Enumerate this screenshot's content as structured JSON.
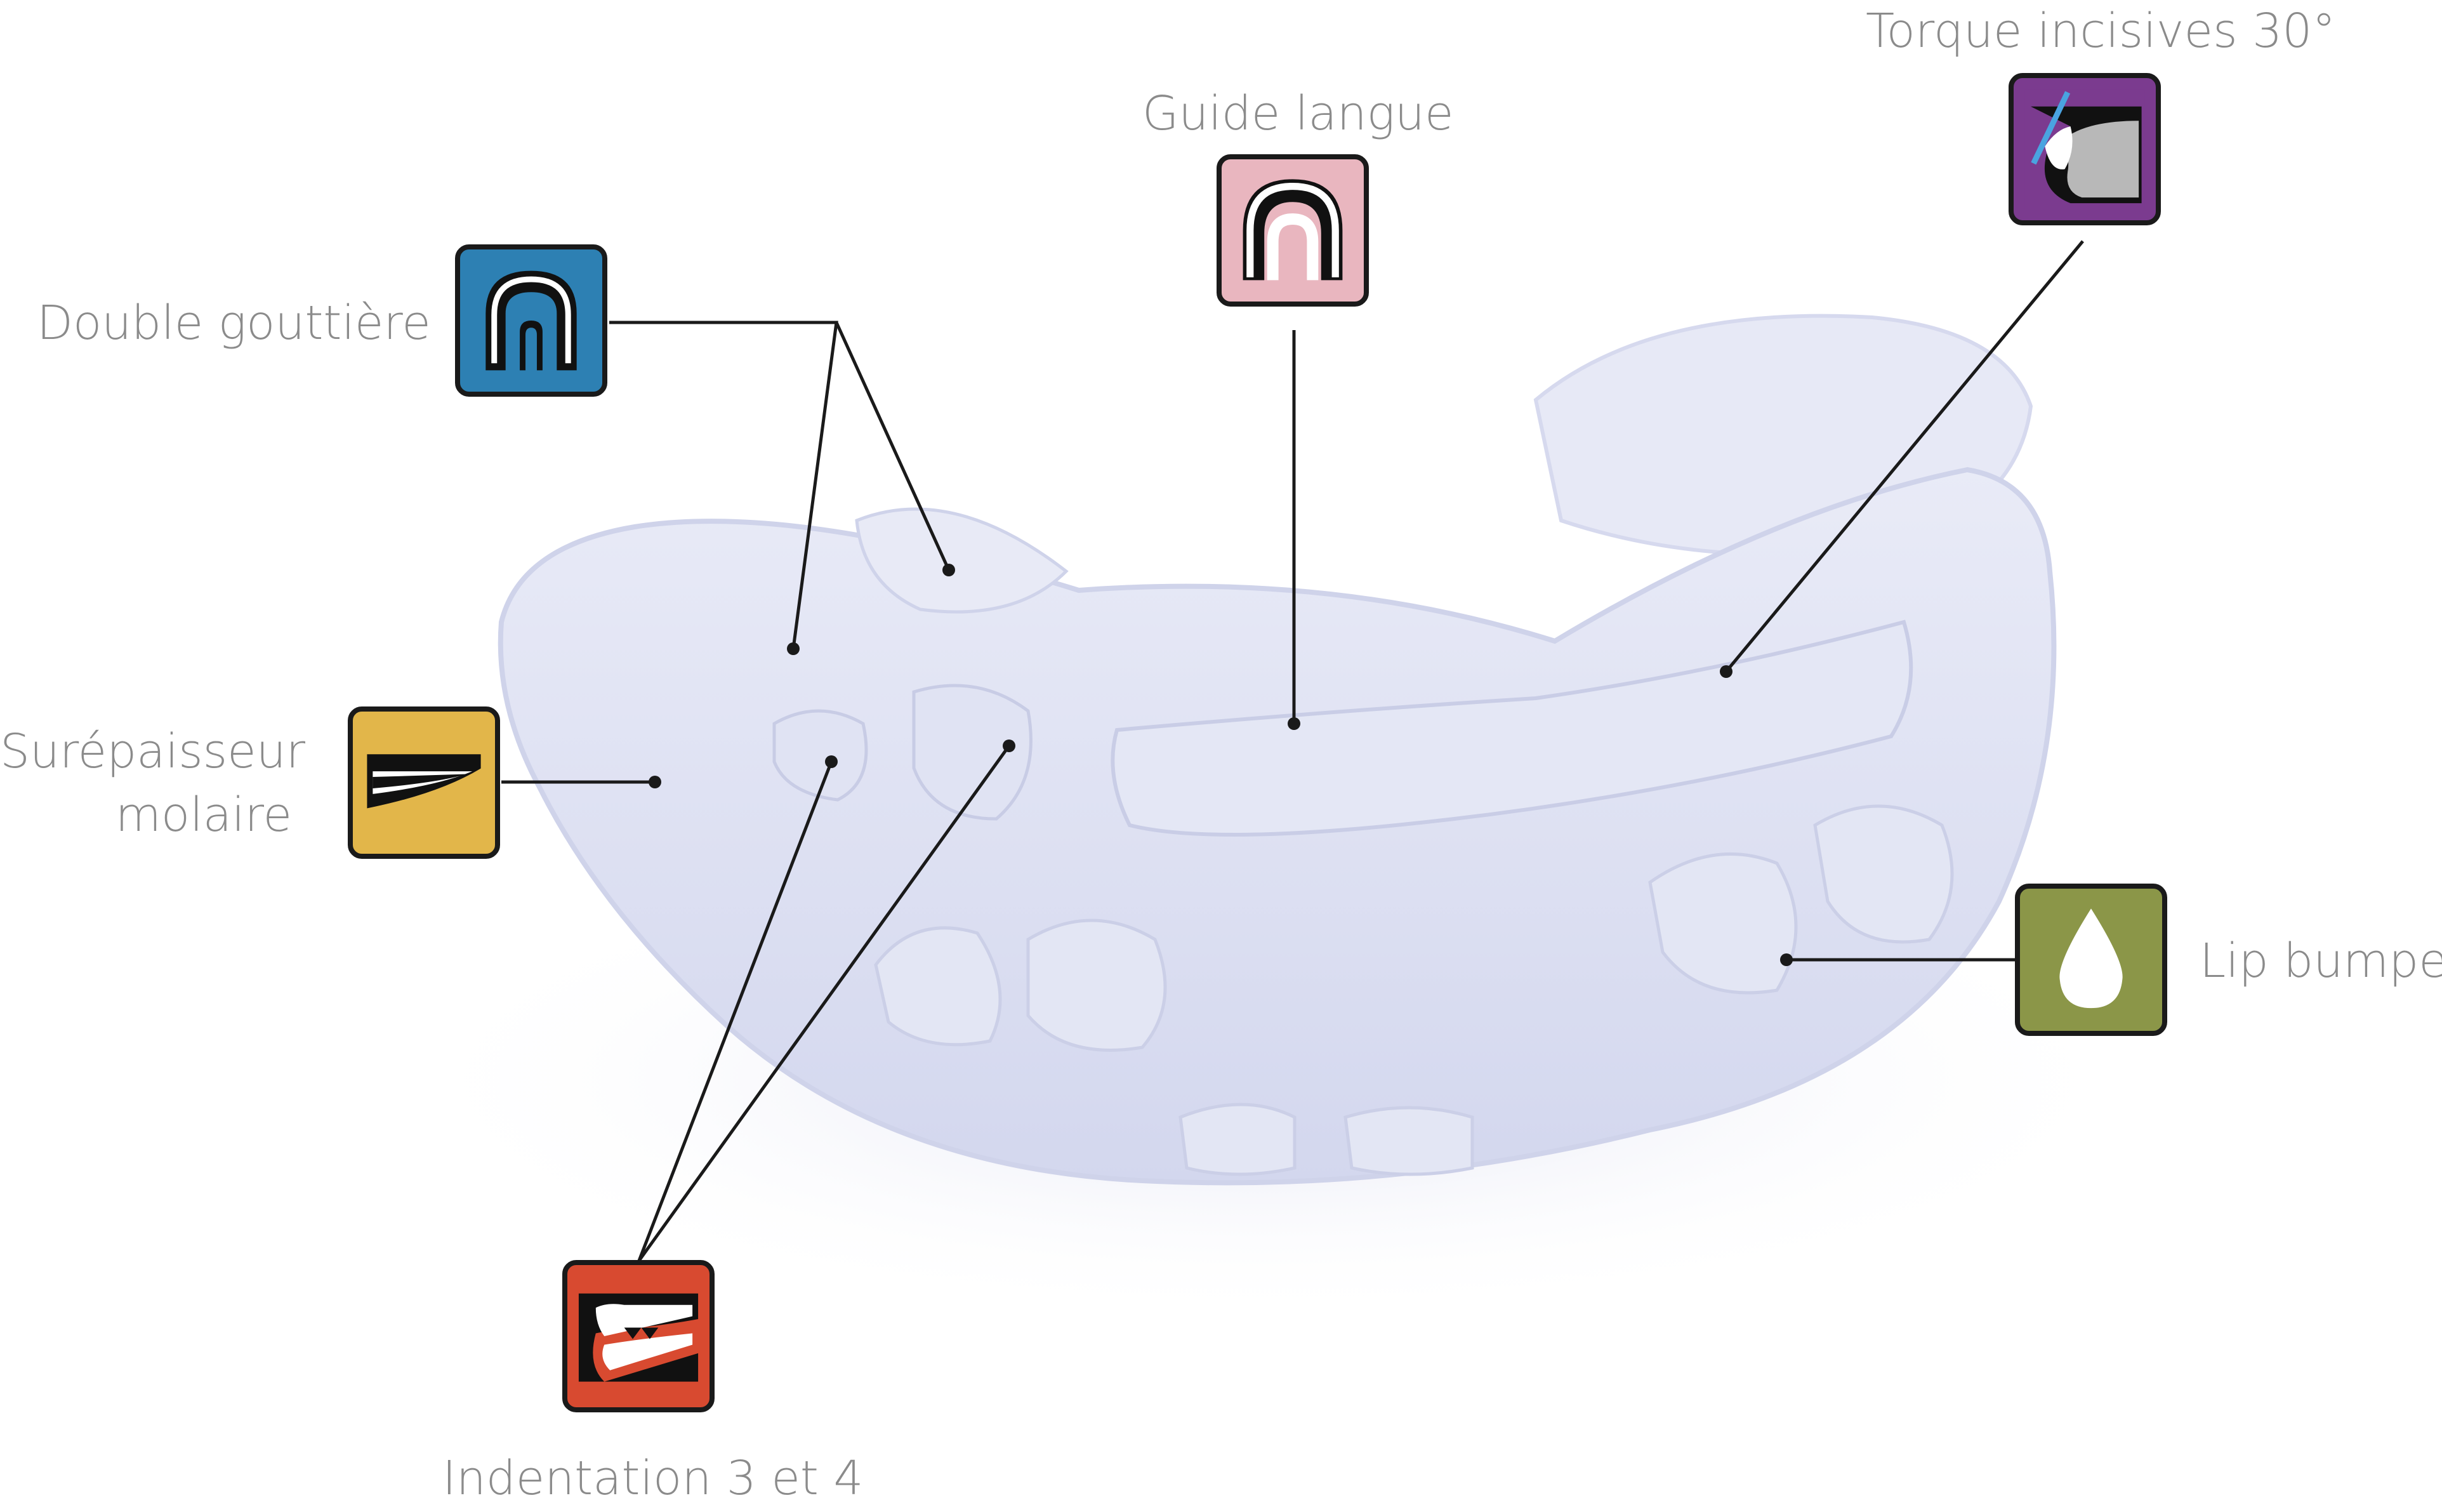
{
  "labels": {
    "double_gouttiere": "Double gouttière",
    "guide_langue": "Guide langue",
    "torque_incisives": "Torque incisives 30°",
    "surepaisseur_line1": "Surépaisseur",
    "surepaisseur_line2": "molaire",
    "lip_bumper": "Lip bumper",
    "indentation": "Indentation 3 et 4"
  },
  "icons": {
    "double_gouttiere": {
      "name": "double-tray-icon",
      "color": "#2d80b3"
    },
    "guide_langue": {
      "name": "tongue-guide-icon",
      "color": "#e9b6bf"
    },
    "torque_incisives": {
      "name": "incisor-torque-icon",
      "color": "#7b3b8f"
    },
    "surepaisseur": {
      "name": "molar-thickening-icon",
      "color": "#e2b64a"
    },
    "lip_bumper": {
      "name": "lip-bumper-drop-icon",
      "color": "#8b9648"
    },
    "indentation": {
      "name": "teeth-indentation-icon",
      "color": "#d84a30"
    }
  },
  "colors": {
    "leader_line": "#1a1a1a",
    "appliance": "#dcdff2"
  }
}
